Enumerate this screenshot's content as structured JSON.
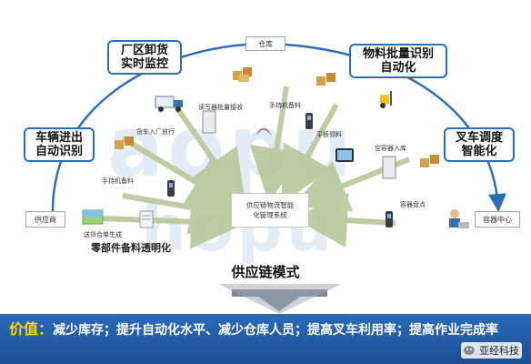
{
  "callouts": {
    "factory_unload": "厂区卸货\n实时监控",
    "material_batch": "物料批量识别\n自动化",
    "vehicle_access": "车辆进出\n自动识别",
    "forklift": "叉车调度\n智能化"
  },
  "nodes": {
    "warehouse": "仓库",
    "supplier": "供应商",
    "container_center": "容器中心",
    "system": "供应链物流智能\n化管理系统"
  },
  "labels": {
    "reader_batch": "读写器批量接收",
    "truck_entry": "货车入厂放行",
    "handheld_top": "手持机备料",
    "handheld_left": "手持机备料",
    "tablet_picking": "平板领料",
    "empty_container": "空容器入库",
    "container_count": "容器盘点",
    "delivery_note": "送货合单生成",
    "parts_transparent": "零部件备料透明化"
  },
  "mode_title": "供应链模式",
  "value": {
    "key": "价值：",
    "text": "减少库存；提升自动化水平、减少仓库人员；提高叉车利用率；提高作业完成率"
  },
  "brand": {
    "name": "亚经科技"
  },
  "watermark": {
    "line1": "aopu",
    "line2": "hopu"
  },
  "colors": {
    "callout_border": "#2b6fb5",
    "arc": "#2b6fb5",
    "arrow": "#b8c79a",
    "value_bar": "#1f5aa3"
  }
}
